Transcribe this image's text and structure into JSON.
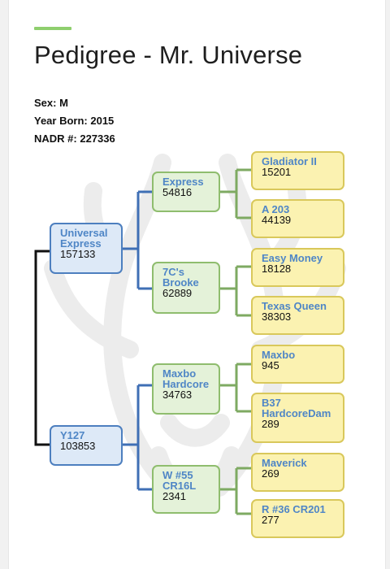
{
  "header": {
    "title": "Pedigree - Mr. Universe"
  },
  "animal": {
    "sex_line": "Sex: M",
    "year_line": "Year Born: 2015",
    "nadr_line": "NADR #: 227336"
  },
  "colors": {
    "accent": "#8fcf6e",
    "sire_line": "#111111",
    "generation1": "#4d7fbf",
    "generation2": "#8fbd6e",
    "generation3": "#d9c85b",
    "name_text": "#4f86c6"
  },
  "watermark_icon": "deer-antlers-icon",
  "pedigree": {
    "sire": {
      "name": "Universal\nExpress",
      "number": "157133"
    },
    "dam": {
      "name": "Y127",
      "number": "103853"
    },
    "sire_sire": {
      "name": "Express",
      "number": "54816"
    },
    "sire_dam": {
      "name": "7C's\nBrooke",
      "number": "62889"
    },
    "dam_sire": {
      "name": "Maxbo\nHardcore",
      "number": "34763"
    },
    "dam_dam": {
      "name": "W #55\nCR16L",
      "number": "2341"
    },
    "sss": {
      "name": "Gladiator II",
      "number": "15201"
    },
    "ssd": {
      "name": "A 203",
      "number": "44139"
    },
    "sds": {
      "name": "Easy Money",
      "number": "18128"
    },
    "sdd": {
      "name": "Texas Queen",
      "number": "38303"
    },
    "dss": {
      "name": "Maxbo",
      "number": "945"
    },
    "dsd": {
      "name": "B37\nHardcoreDam",
      "number": "289"
    },
    "dds": {
      "name": "Maverick",
      "number": "269"
    },
    "ddd": {
      "name": "R #36 CR201",
      "number": "277"
    }
  }
}
